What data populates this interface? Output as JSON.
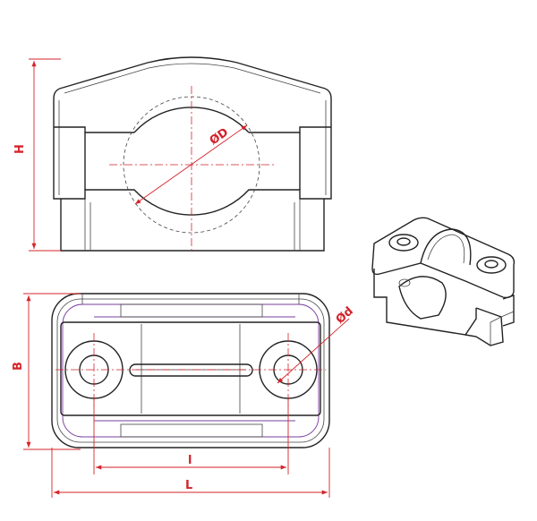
{
  "labels": {
    "height": "H",
    "diameter_large": "ØD",
    "width": "B",
    "diameter_small": "Ød",
    "hole_distance": "l",
    "length": "L"
  },
  "colors": {
    "dimension": "#d4232a",
    "outline": "#222222",
    "hidden": "#7a3f9e"
  }
}
